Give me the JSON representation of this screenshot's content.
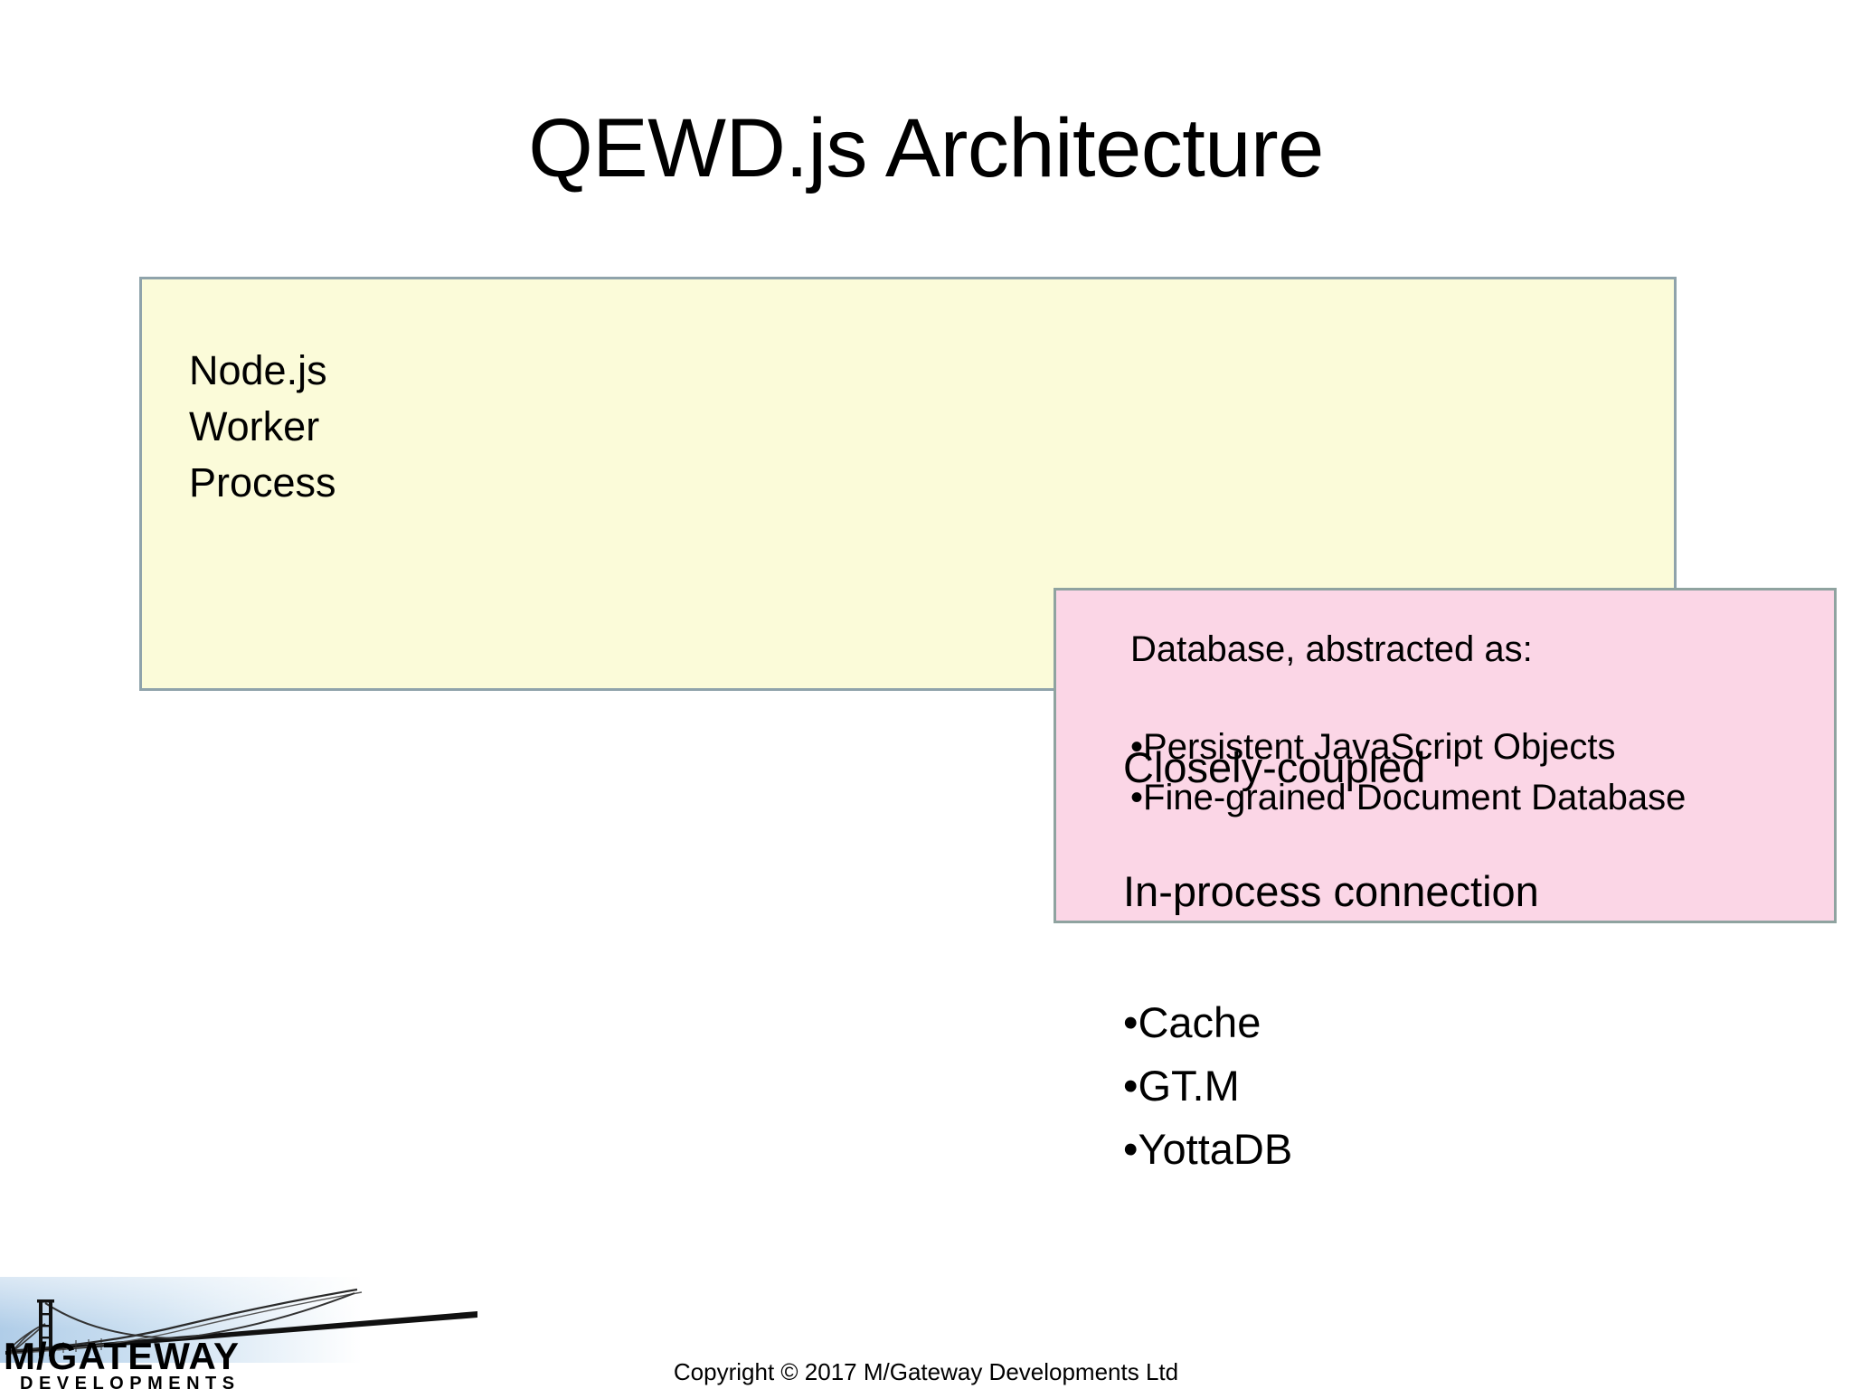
{
  "slide": {
    "title": "QEWD.js Architecture",
    "background_color": "#ffffff"
  },
  "worker_box": {
    "label": "Node.js\nWorker\nProcess",
    "fill_color": "#fbfbd9",
    "border_color": "#8fa3ab"
  },
  "database_box": {
    "title": "Database, abstracted as:",
    "fill_color": "#fbd6e6",
    "border_color": "#8fa3a0",
    "bullets": [
      {
        "marker": "•",
        "text": "Persistent JavaScript Objects"
      },
      {
        "marker": "•",
        "text": "Fine-grained Document Database"
      }
    ]
  },
  "connection_notes": {
    "line_1": "Closely-coupled",
    "line_2": "In-process connection",
    "bullets": [
      {
        "marker": "•",
        "text": "Cache"
      },
      {
        "marker": "•",
        "text": "GT.M"
      },
      {
        "marker": "•",
        "text": "YottaDB"
      }
    ]
  },
  "footer": {
    "copyright": "Copyright © 2017 M/Gateway Developments Ltd"
  },
  "logo": {
    "primary_text": "M/GATEWAY",
    "secondary_text": "DEVELOPMENTS",
    "gradient_start": "#b9d3ea",
    "gradient_end": "#ffffff"
  }
}
